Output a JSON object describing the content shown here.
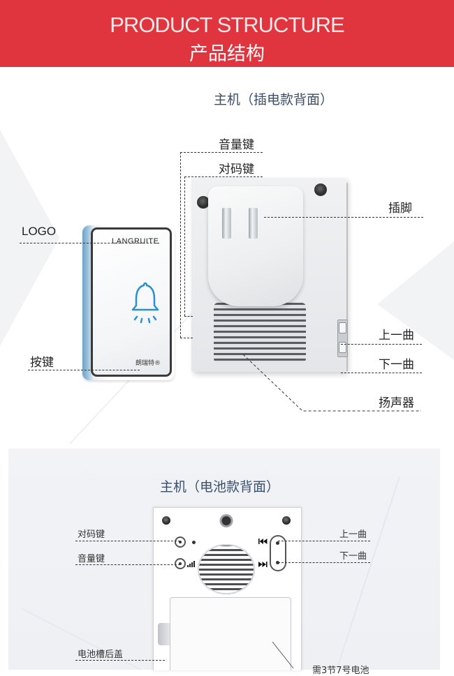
{
  "banner": {
    "title_en": "PRODUCT STRUCTURE",
    "title_cn": "产品结构"
  },
  "section1": {
    "subtitle": "主机（插电款背面）",
    "labels": {
      "volume_key": "音量键",
      "pair_key": "对码键",
      "prongs": "插脚",
      "logo": "LOGO",
      "press_key": "按键",
      "prev_track": "上一曲",
      "next_track": "下一曲",
      "speaker": "扬声器"
    },
    "remote": {
      "brand": "LANGRUITE",
      "brand_cn": "朗瑞特®"
    }
  },
  "section2": {
    "subtitle": "主机（电池款背面）",
    "labels": {
      "pair_key": "对码键",
      "volume_key": "音量键",
      "prev_track": "上一曲",
      "next_track": "下一曲",
      "battery_cover": "电池槽后盖",
      "battery_note": "需3节7号电池"
    }
  },
  "colors": {
    "banner_red": "#e0353f",
    "subtitle_blue": "#3b4f6b",
    "section2_bg": "#f1f3f6"
  },
  "icons": {
    "bell": "bell-icon",
    "prev": "prev-track-icon",
    "next": "next-track-icon",
    "volume": "volume-bars-icon"
  }
}
